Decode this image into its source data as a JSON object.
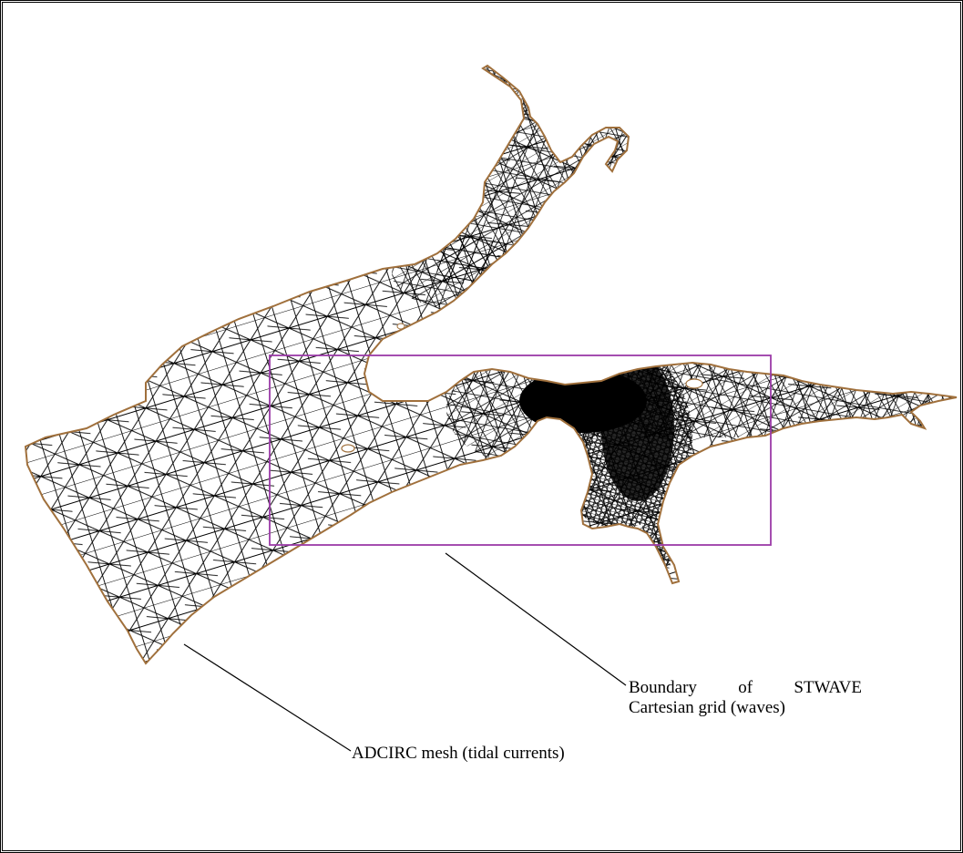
{
  "labels": {
    "stwave_line1": "Boundary of STWAVE",
    "stwave_line2": "Cartesian grid (waves)",
    "adcirc": "ADCIRC mesh (tidal currents)"
  },
  "colors": {
    "mesh_lines": "#000000",
    "mesh_boundary": "#a0703c",
    "stwave_boundary": "#9b3aa8",
    "background": "#ffffff"
  }
}
